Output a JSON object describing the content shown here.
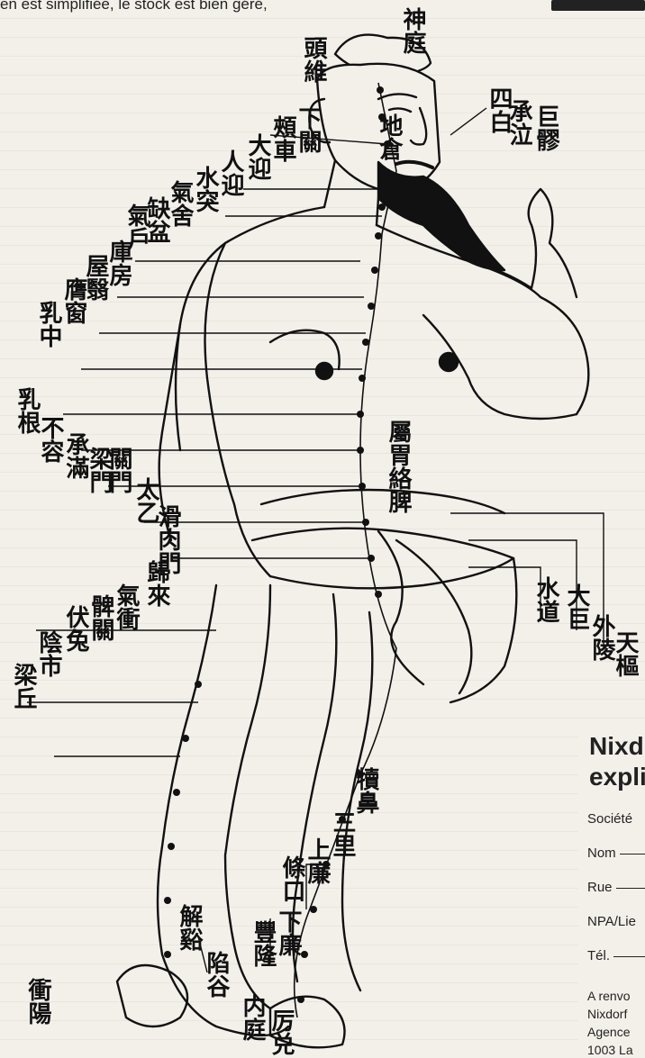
{
  "page": {
    "top_snippet": "en est simplifiée, le stock est bien géré,"
  },
  "illustration": {
    "labels": {
      "shen_ting": "神庭",
      "tou_wei": "頭維",
      "ren_ying": "人迎",
      "shui_tu": "水突",
      "qi_she": "氣舍",
      "que_pen": "缺盆",
      "qi_hu": "氣戶",
      "ku_fang": "庫房",
      "wu_yi": "屋翳",
      "ying_chuang": "膺窗",
      "ru_zhong": "乳中",
      "ru_gen": "乳根",
      "bu_rong": "不容",
      "cheng_man": "承滿",
      "liang_men": "梁門",
      "guan_men": "關門",
      "tai_yi": "太乙",
      "hua_rou_men": "滑肉門",
      "tian_shu": "天樞",
      "wai_ling": "外陵",
      "da_ju": "大巨",
      "shui_dao": "水道",
      "gui_lai": "歸來",
      "qi_chong": "氣衝",
      "bi_guan": "髀關",
      "fu_tu": "伏兔",
      "yin_shi": "陰市",
      "liang_qiu": "梁丘",
      "du_bi": "犢鼻",
      "san_li": "三里",
      "shang_lian": "上廉",
      "tiao_kou": "條口",
      "xia_lian": "下廉",
      "feng_long": "豐隆",
      "jie_xi": "解谿",
      "chong_yang": "衝陽",
      "xian_gu": "陷谷",
      "nei_ting": "内庭",
      "li_dui": "厉兑",
      "shu_tong_wei": "屬胃絡脾",
      "xia_guan": "下關",
      "jia_che": "頰車",
      "da_ying": "大迎",
      "di_cang": "地倉",
      "ju_liao": "巨髎",
      "si_bai": "四白",
      "cheng_qi": "承泣"
    }
  },
  "form": {
    "title_line1": "Nixd",
    "title_line2": "expli",
    "company": "Société",
    "name": "Nom",
    "street": "Rue",
    "npa": "NPA/Lie",
    "tel": "Tél.",
    "footer": [
      "A renvo",
      "Nixdorf",
      "Agence",
      "1003 La"
    ]
  },
  "colors": {
    "paper": "#f3f0ea",
    "ink": "#111111"
  }
}
